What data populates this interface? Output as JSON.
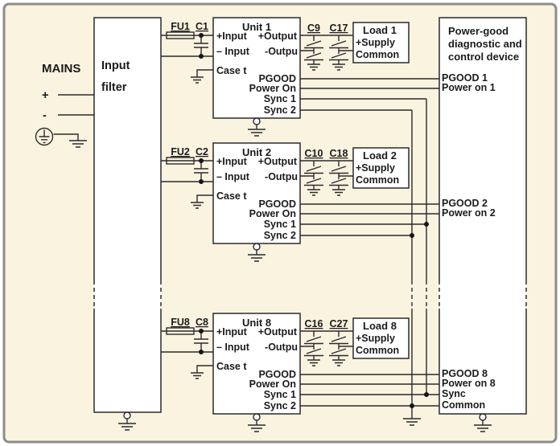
{
  "mains": {
    "label": "MAINS",
    "plus": "+",
    "minus": "-"
  },
  "input_filter": {
    "line1": "Input",
    "line2": "filter"
  },
  "unit_pins": {
    "pos_in": "+Input",
    "pos_out": "+Output",
    "neg_in": "– Input",
    "neg_out": "-Outpu",
    "case": "Case t",
    "pgood": "PGOOD",
    "power_on": "Power On",
    "sync1": "Sync 1",
    "sync2": "Sync 2"
  },
  "load_pins": {
    "supply": "+Supply",
    "common": "Common"
  },
  "units": [
    {
      "title": "Unit 1",
      "fuse": "FU1",
      "cap_in": "C1",
      "cap_out_a": "C9",
      "cap_out_b": "C17",
      "load": "Load 1"
    },
    {
      "title": "Unit 2",
      "fuse": "FU2",
      "cap_in": "C2",
      "cap_out_a": "C10",
      "cap_out_b": "C18",
      "load": "Load 2"
    },
    {
      "title": "Unit 8",
      "fuse": "FU8",
      "cap_in": "C8",
      "cap_out_a": "C16",
      "cap_out_b": "C27",
      "load": "Load 8"
    }
  ],
  "controller": {
    "title_line1": "Power-good",
    "title_line2": "diagnostic and",
    "title_line3": "control device",
    "pgood1": "PGOOD 1",
    "poweron1": "Power on 1",
    "pgood2": "PGOOD 2",
    "poweron2": "Power on 2",
    "pgood8": "PGOOD 8",
    "poweron8": "Power on 8",
    "sync": "Sync",
    "common": "Common"
  },
  "colors": {
    "canvas": "#faf3e0",
    "frame": "#8c8c8c",
    "line": "#2b2b2b",
    "box_fill": "#ffffff",
    "text": "#1b1b1b"
  }
}
